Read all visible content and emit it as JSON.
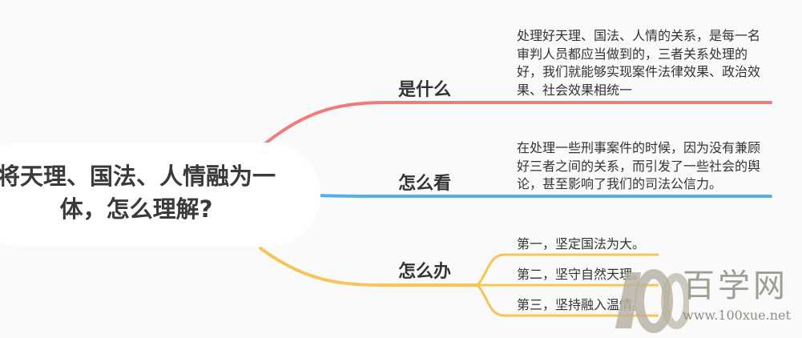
{
  "diagram": {
    "root": {
      "title": "将天理、国法、人情融为一体，怎么理解?"
    },
    "branches": [
      {
        "label": "是什么",
        "color": "#f07b7b",
        "note": "处理好天理、国法、人情的关系，是每一名审判人员都应当做到的，三者关系处理的好，我们就能够实现案件法律效果、政治效果、社会效果相统一"
      },
      {
        "label": "怎么看",
        "color": "#5aaee8",
        "note": "在处理一些刑事案件的时候，因为没有兼顾好三者之间的关系，而引发了一些社会的舆论，甚至影响了我们的司法公信力。"
      },
      {
        "label": "怎么办",
        "color": "#f5c555",
        "children": [
          "第一，坚定国法为大。",
          "第二，坚守自然天理。",
          "第三，坚持融入温情。"
        ]
      }
    ]
  },
  "watermark": {
    "logo_text": "100",
    "brand": "百学网",
    "url": "www.100xue.net"
  }
}
